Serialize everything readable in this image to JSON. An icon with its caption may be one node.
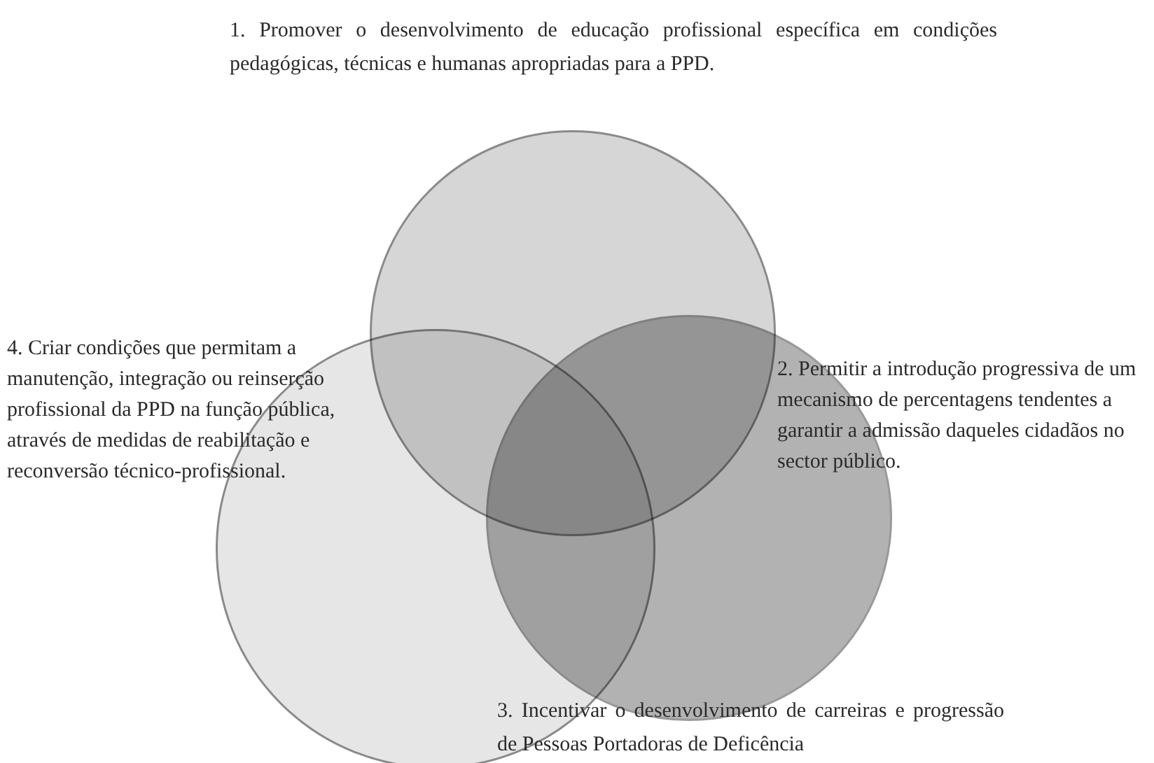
{
  "diagram": {
    "nodes": [
      {
        "text": [],
        "shape": "circle"
      },
      {
        "text": [],
        "shape": "circle"
      },
      {
        "text": [],
        "shape": "circle"
      }
    ],
    "labels": [
      "1. Promover o desenvolvimento de educação profissional específica em condições pedagógicas, técnicas e humanas apropriadas para a PPD.",
      "4. Criar condições que permitam a manutenção, integração ou reinserção profissional da PPD na função pública, através de medidas de reabilitação e reconversão técnico-profissional.",
      "2. Permitir a introdução progressiva de um mecanismo de percentagens tendentes a garantir a admissão daqueles cidadãos no sector público.",
      "3. Incentivar o desenvolvimento de carreiras e progressão de Pessoas Portadoras de Deficência"
    ]
  }
}
